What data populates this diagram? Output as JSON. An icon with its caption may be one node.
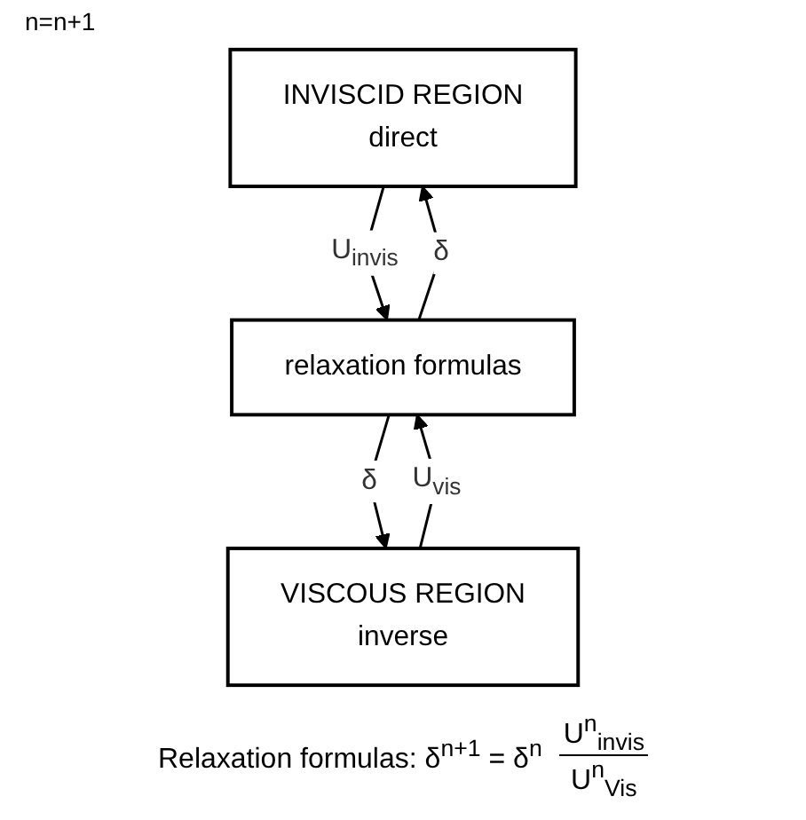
{
  "diagram": {
    "caption": "Relaxation formulas: δ$^{n+1}$ = δ$^{n}$",
    "nodes": [
      {
        "text": [
          "INVISCID REGION",
          "direct"
        ]
      },
      {
        "text": [
          "relaxation formulas"
        ]
      },
      {
        "text": [
          "VISCOUS REGION",
          "inverse"
        ]
      }
    ],
    "edges": [
      {
        "from": 1,
        "to": 0,
        "arrow": "to",
        "label": "δ"
      },
      {
        "from": 0,
        "to": 1,
        "arrow": "to",
        "label": "U$_{invis}$"
      },
      {
        "from": 1,
        "to": 2,
        "arrow": "to",
        "label": "δ"
      },
      {
        "from": 2,
        "to": 1,
        "arrow": "to",
        "label": "U$_{vis}$"
      }
    ],
    "labels": [
      "n=n+1",
      "U$^{n}$$_{invis}$",
      "U$^{n}$$_{Vis}$"
    ]
  }
}
